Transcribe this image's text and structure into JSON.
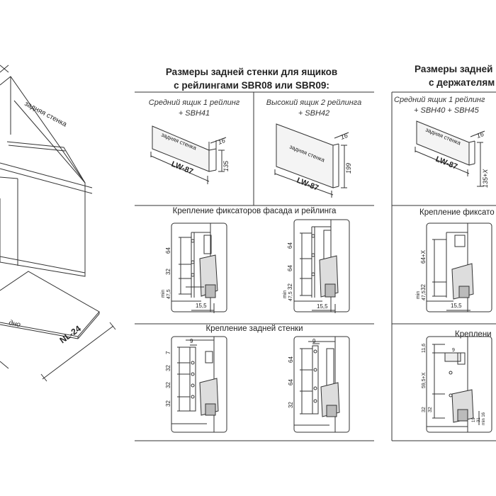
{
  "header_a": {
    "line1": "Размеры задней стенки для ящиков",
    "line2": "с рейлингами SBR08 или SBR09:"
  },
  "header_b": {
    "line1": "Размеры задней",
    "line2": "с держателям"
  },
  "col1": {
    "line1": "Средний ящик 1 рейлинг",
    "line2": "+ SBH41"
  },
  "col2": {
    "line1": "Высокий ящик 2 рейлинга",
    "line2": "+ SBH42"
  },
  "col3": {
    "line1": "Средний ящик 1 рейлинг",
    "line2": "+ SBH40 + SBH45"
  },
  "panel_label": "задняя стенка",
  "lw_label": "LW-87",
  "thickness": "16",
  "heights": {
    "h1": "135",
    "h2": "199",
    "h3": "135+X"
  },
  "section_front": "Крепление фиксаторов фасада и рейлинга",
  "section_front_partial": "Крепление фиксато",
  "section_back": "Крепление задней стенки",
  "section_back_partial": "Креплени",
  "cabinet": {
    "back_wall": "задняя стенка",
    "bottom": "дно",
    "bottom_dim": "NL-24"
  },
  "dims": {
    "d64": "64",
    "d32": "32",
    "d47": "47,5",
    "min": "min",
    "d15": "15,5",
    "d9": "9",
    "d7": "7",
    "d64x": "64+X",
    "d59x": "59,5+X",
    "d116": "11,6",
    "d19": "19",
    "d31": "31",
    "min16": "min 16"
  }
}
